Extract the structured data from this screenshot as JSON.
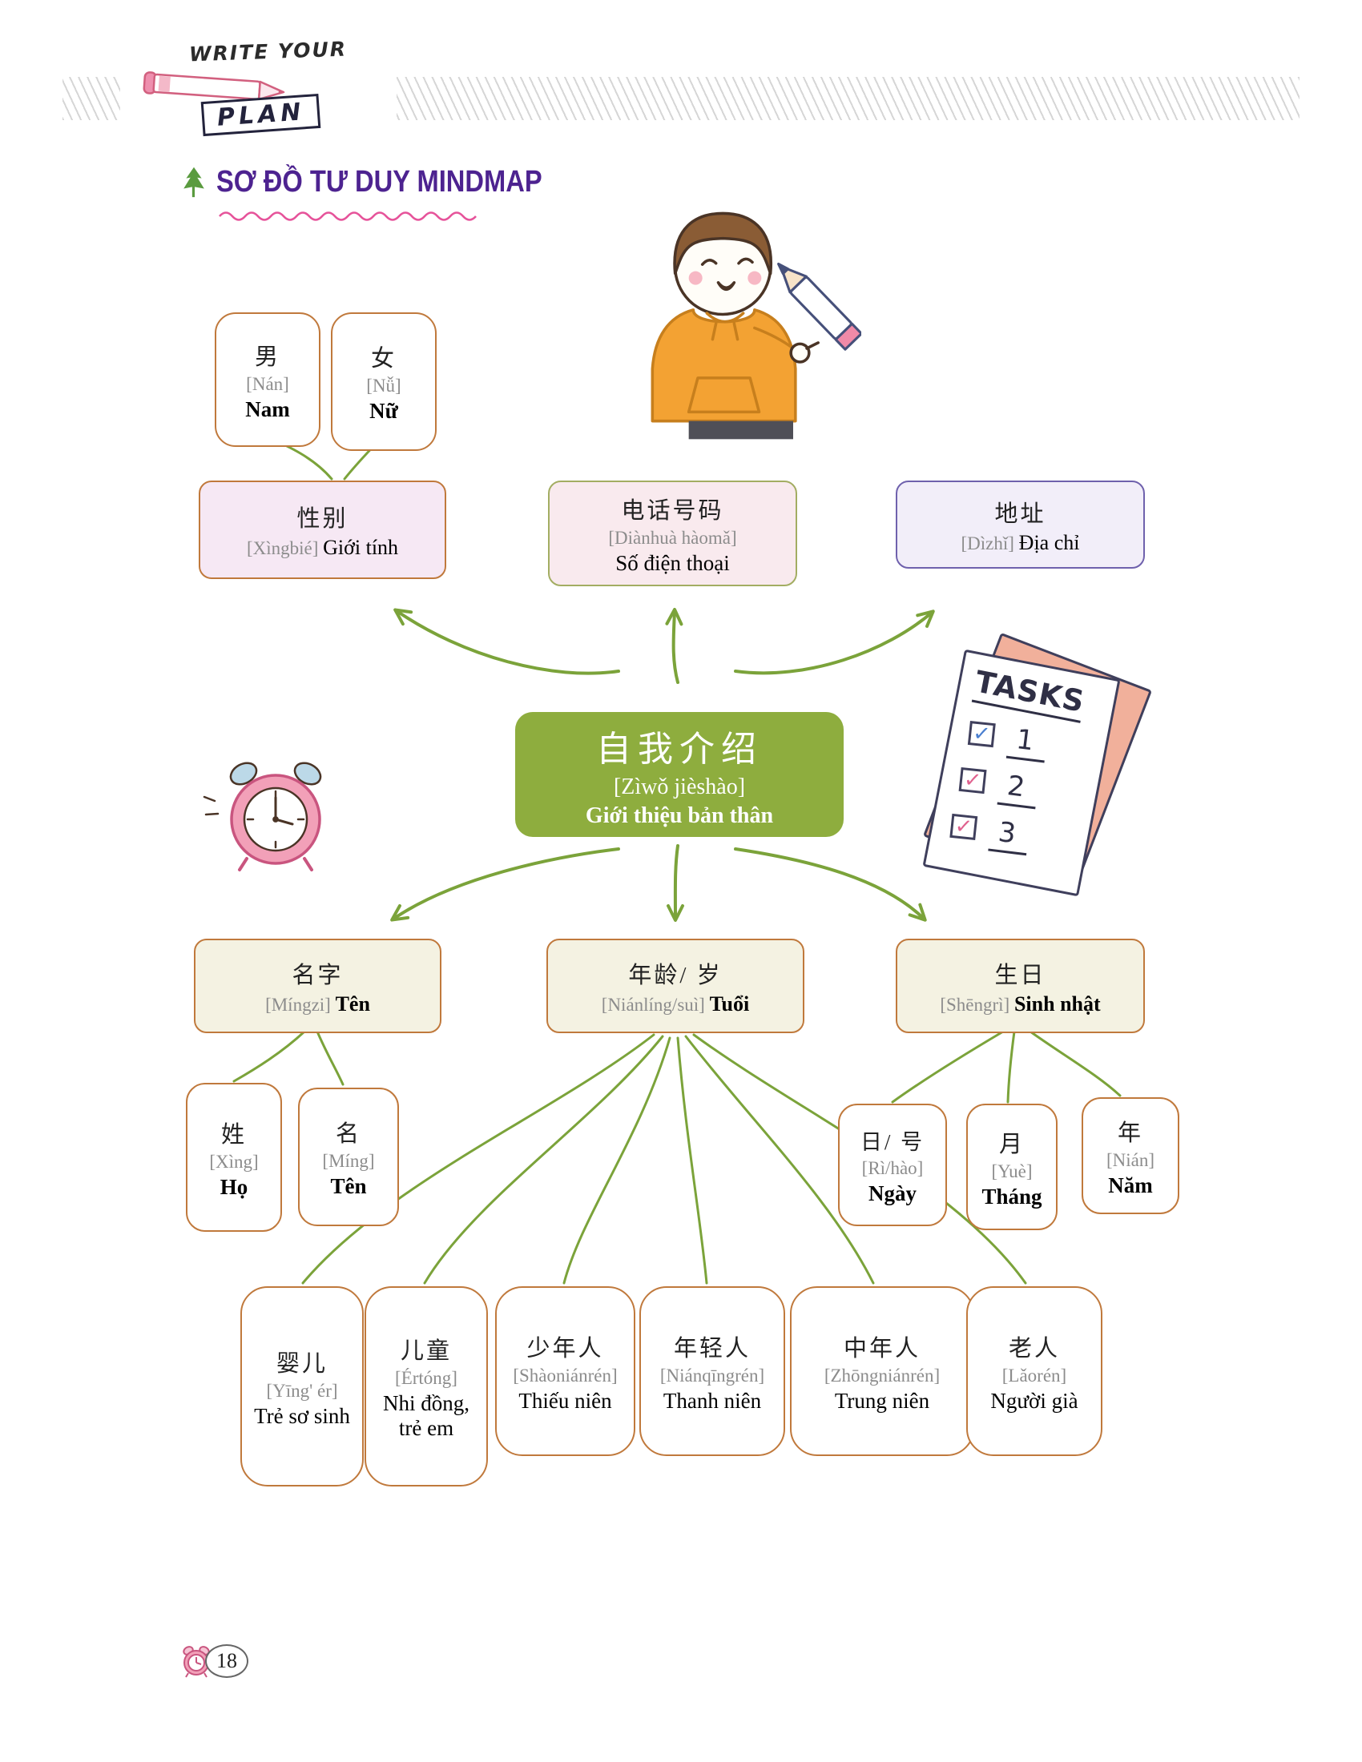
{
  "banner": {
    "line1": "WRITE YOUR",
    "line2": "PLAN"
  },
  "title": "SƠ ĐỒ TƯ DUY MINDMAP",
  "center": {
    "hanzi": "自我介绍",
    "pinyin": "[Zìwǒ jièshào]",
    "viet": "Giới thiệu bản thân"
  },
  "nodes": {
    "gender": {
      "hanzi": "性别",
      "pinyin": "[Xìngbié]",
      "viet": "Giới tính"
    },
    "phone": {
      "hanzi": "电话号码",
      "pinyin": "[Diànhuà hàomǎ]",
      "viet": "Số điện thoại"
    },
    "address": {
      "hanzi": "地址",
      "pinyin": "[Dìzhǐ]",
      "viet": "Địa chỉ"
    },
    "name": {
      "hanzi": "名字",
      "pinyin": "[Míngzi]",
      "viet": "Tên"
    },
    "age": {
      "hanzi": "年龄/ 岁",
      "pinyin": "[Niánlíng/suì]",
      "viet": "Tuổi"
    },
    "birthday": {
      "hanzi": "生日",
      "pinyin": "[Shēngrì]",
      "viet": "Sinh nhật"
    },
    "male": {
      "hanzi": "男",
      "pinyin": "[Nán]",
      "viet": "Nam"
    },
    "female": {
      "hanzi": "女",
      "pinyin": "[Nǚ]",
      "viet": "Nữ"
    },
    "surname": {
      "hanzi": "姓",
      "pinyin": "[Xìng]",
      "viet": "Họ"
    },
    "given_name": {
      "hanzi": "名",
      "pinyin": "[Míng]",
      "viet": "Tên"
    },
    "day": {
      "hanzi": "日/ 号",
      "pinyin": "[Rì/hào]",
      "viet": "Ngày"
    },
    "month": {
      "hanzi": "月",
      "pinyin": "[Yuè]",
      "viet": "Tháng"
    },
    "year": {
      "hanzi": "年",
      "pinyin": "[Nián]",
      "viet": "Năm"
    },
    "infant": {
      "hanzi": "婴儿",
      "pinyin": "[Yīng' ér]",
      "viet": "Trẻ sơ sinh"
    },
    "child": {
      "hanzi": "儿童",
      "pinyin": "[Értóng]",
      "viet": "Nhi đồng, trẻ em"
    },
    "teenager": {
      "hanzi": "少年人",
      "pinyin": "[Shàoniánrén]",
      "viet": "Thiếu niên"
    },
    "young_adult": {
      "hanzi": "年轻人",
      "pinyin": "[Niánqīngrén]",
      "viet": "Thanh niên"
    },
    "middle_aged": {
      "hanzi": "中年人",
      "pinyin": "[Zhōngniánrén]",
      "viet": "Trung niên"
    },
    "elderly": {
      "hanzi": "老人",
      "pinyin": "[Lǎorén]",
      "viet": "Người già"
    }
  },
  "tasks": {
    "title": "TASKS",
    "items": [
      "1",
      "2",
      "3"
    ]
  },
  "page_number": "18",
  "colors": {
    "center_green": "#8ead3e",
    "arrow_green": "#7ba33a",
    "orange_border": "#c0793c",
    "purple_border": "#6f61ad",
    "title_purple": "#4d2390",
    "wave_pink": "#e6539a"
  }
}
